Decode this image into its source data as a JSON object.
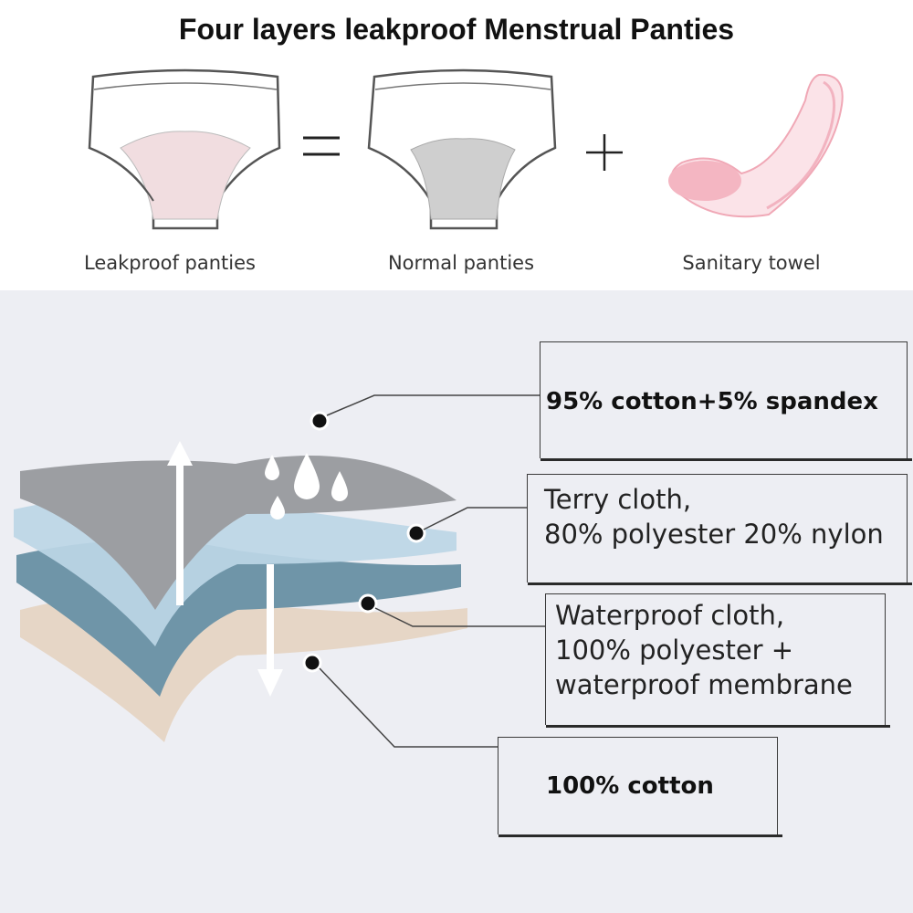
{
  "title": "Four layers leakproof Menstrual Panties",
  "comparison": {
    "items": [
      {
        "label": "Leakproof panties"
      },
      {
        "label": "Normal panties"
      },
      {
        "label": "Sanitary towel"
      }
    ],
    "colors": {
      "leakproof_gusset": "#f1dde0",
      "normal_gusset": "#cfcfcf",
      "towel": "#f4b6c2"
    }
  },
  "layers": [
    {
      "label": "95% cotton+5% spandex",
      "color": "#9c9ea2"
    },
    {
      "label": "Terry cloth,\n80% polyester 20% nylon",
      "color": "#bcd6e6"
    },
    {
      "label": "Waterproof cloth,\n100% polyester +\nwaterproof membrane",
      "color": "#6f95a8"
    },
    {
      "label": "100% cotton",
      "color": "#e6d6c6"
    }
  ]
}
